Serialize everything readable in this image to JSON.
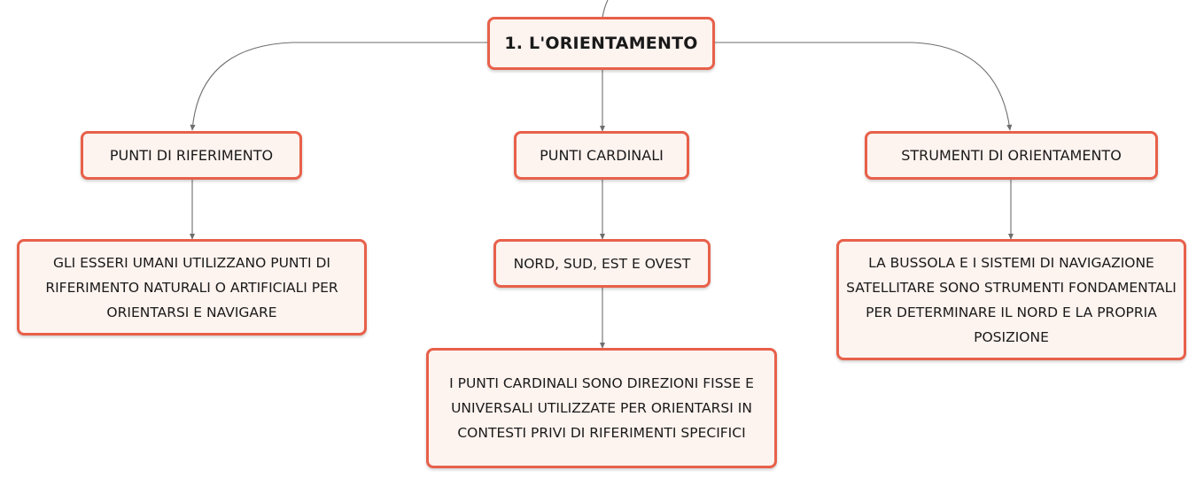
{
  "map": {
    "root": {
      "label": "1. L'ORIENTAMENTO"
    },
    "branches": [
      {
        "label": "PUNTI DI RIFERIMENTO",
        "child": "GLI ESSERI UMANI UTILIZZANO PUNTI DI RIFERIMENTO NATURALI O ARTIFICIALI PER ORIENTARSI E NAVIGARE"
      },
      {
        "label": "PUNTI CARDINALI",
        "child": "NORD, SUD, EST E OVEST",
        "grandchild": "I PUNTI CARDINALI SONO DIREZIONI FISSE E UNIVERSALI UTILIZZATE PER ORIENTARSI IN CONTESTI PRIVI DI RIFERIMENTI SPECIFICI"
      },
      {
        "label": "STRUMENTI DI ORIENTAMENTO",
        "child": "LA BUSSOLA E I SISTEMI DI NAVIGAZIONE SATELLITARE SONO STRUMENTI FONDAMENTALI PER DETERMINARE IL NORD E LA PROPRIA POSIZIONE"
      }
    ]
  },
  "colors": {
    "node_border": "#e8604a",
    "node_fill": "#fdf3ef",
    "connector": "#6e6e6e"
  }
}
